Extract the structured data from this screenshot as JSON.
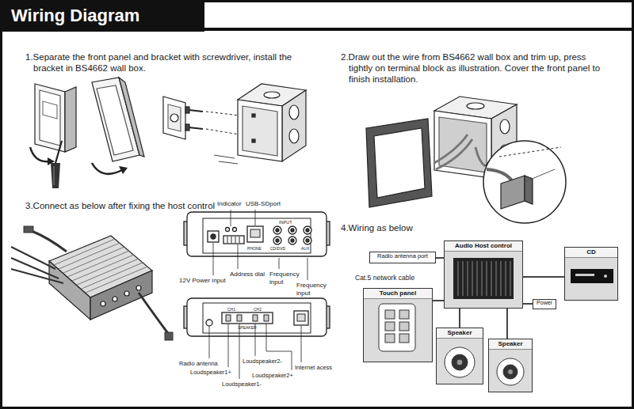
{
  "diagram": {
    "title": "Wiring Diagram",
    "nodes": [
      {
        "text": [
          "Radio antenna port"
        ]
      },
      {
        "text": [
          "Audio Host control"
        ]
      },
      {
        "text": [
          "CD"
        ]
      },
      {
        "text": [
          "Power"
        ]
      },
      {
        "text": [
          "Touch panel"
        ]
      },
      {
        "text": [
          "Speaker"
        ]
      },
      {
        "text": [
          "Speaker"
        ]
      }
    ],
    "edges": [
      {
        "from": 1,
        "to": 0,
        "arrow": "none"
      },
      {
        "from": 1,
        "to": 2,
        "arrow": "none"
      },
      {
        "from": 1,
        "to": 3,
        "arrow": "none"
      },
      {
        "from": 1,
        "to": 4,
        "arrow": "none"
      },
      {
        "from": 1,
        "to": 5,
        "arrow": "none"
      },
      {
        "from": 1,
        "to": 6,
        "arrow": "none"
      }
    ],
    "labels": [
      "1.Separate the front panel and bracket with screwdriver, install the bracket in BS4662 wall box.",
      "2.Draw out the wire from BS4662 wall box and trim up, press tightly on terminal block as illustration. Cover the front panel to finish installation.",
      "3.Connect as below after fixing the host control",
      "4.Wiring as below",
      "Indicator",
      "USB-SDport",
      "INPUT",
      "PHONE",
      "CD/DVD",
      "AUX",
      "12V Power input",
      "Address dial",
      "Frequency input",
      "Frequency input",
      "CH1",
      "CH2",
      "SPEAKER",
      "Radio antenna",
      "Loudspeaker1+",
      "Loudspeaker1-",
      "Loudspeaker2-",
      "Loudspeaker2+",
      "Internet acess",
      "Cat.5 network cable"
    ]
  }
}
